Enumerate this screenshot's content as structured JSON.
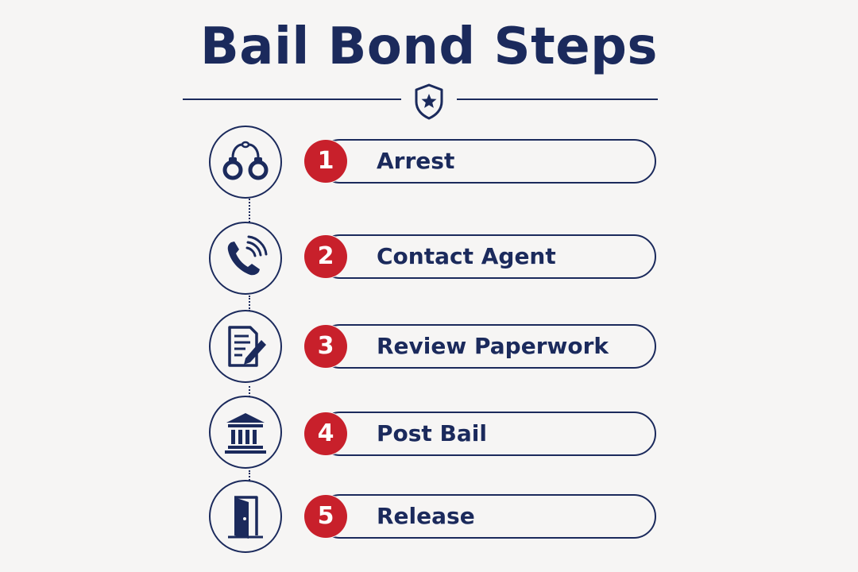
{
  "title": "Bail Bond Steps",
  "colors": {
    "navy": "#1b2a5c",
    "red": "#c8202b",
    "background": "#f6f5f4"
  },
  "header_icon": "shield-star-icon",
  "steps": [
    {
      "number": "1",
      "label": "Arrest",
      "icon": "handcuffs-icon"
    },
    {
      "number": "2",
      "label": "Contact Agent",
      "icon": "phone-icon"
    },
    {
      "number": "3",
      "label": "Review Paperwork",
      "icon": "document-pen-icon"
    },
    {
      "number": "4",
      "label": "Post Bail",
      "icon": "courthouse-icon"
    },
    {
      "number": "5",
      "label": "Release",
      "icon": "door-icon"
    }
  ]
}
